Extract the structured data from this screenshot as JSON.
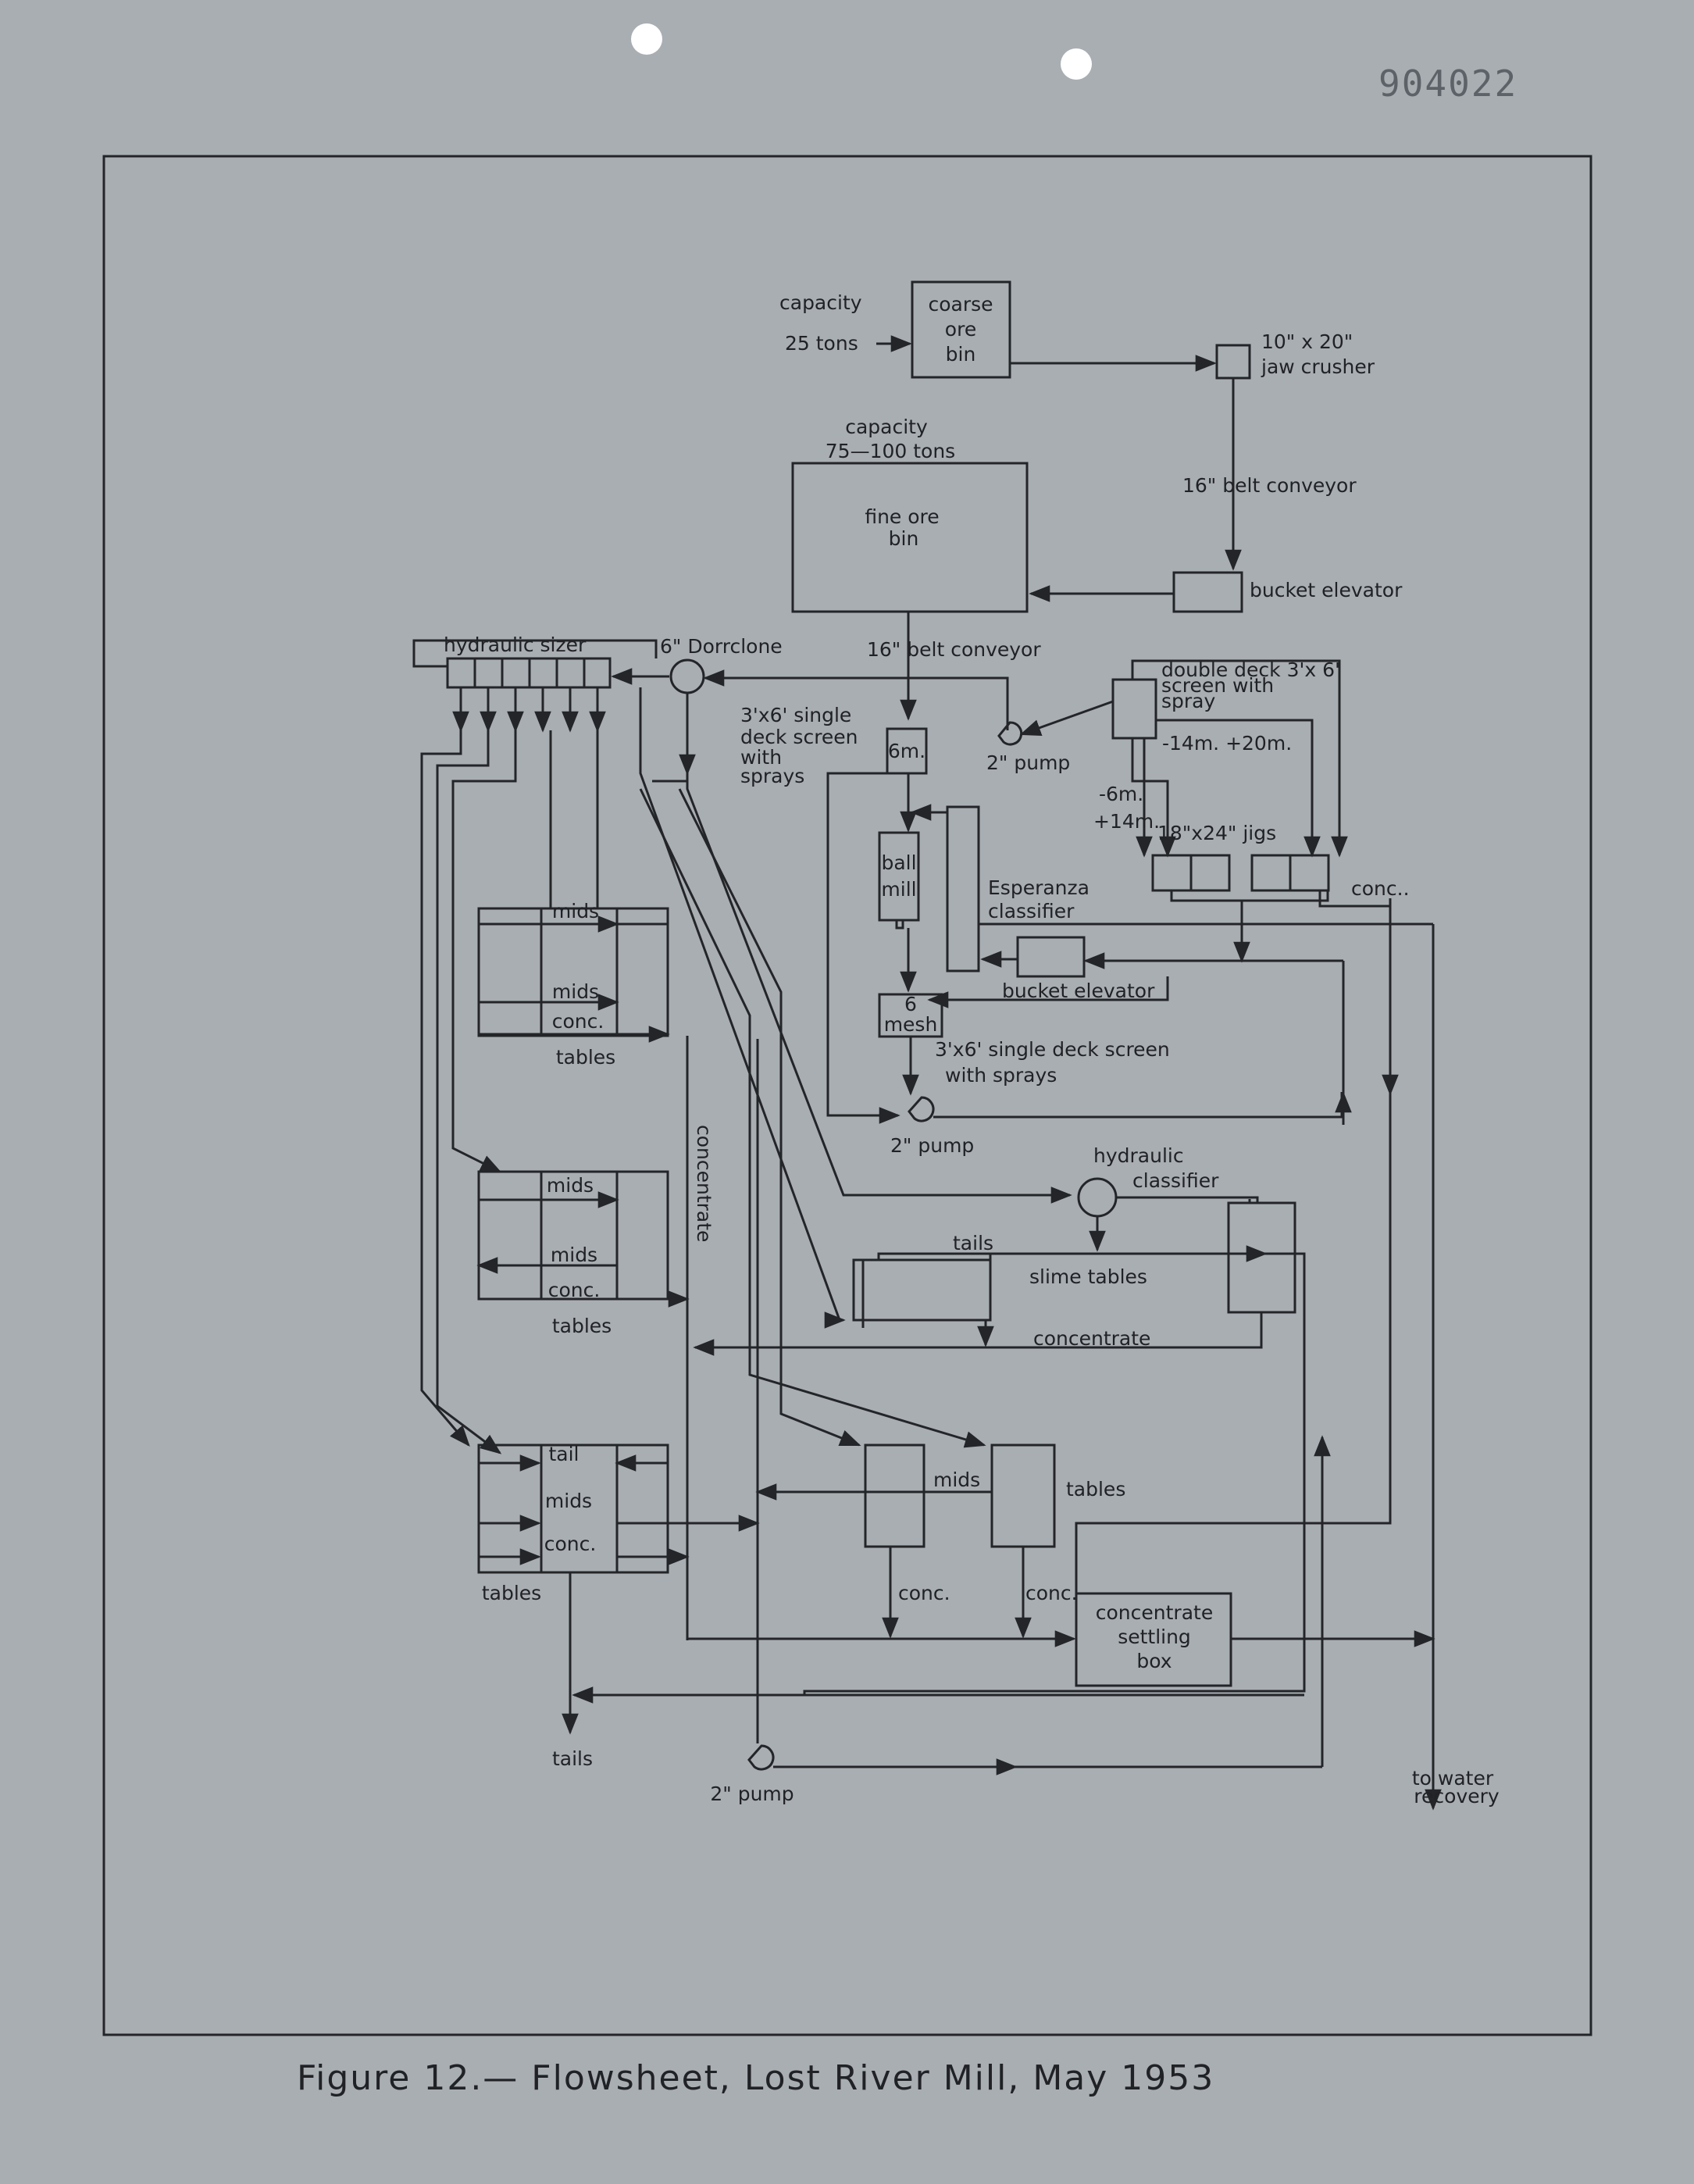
{
  "document": {
    "page_number": "904022",
    "caption": "Figure 12.— Flowsheet,   Lost River  Mill,   May   1953"
  },
  "diagram": {
    "coarse_bin": {
      "capacity_label": "capacity",
      "capacity_value": "25 tons",
      "line1": "coarse",
      "line2": "ore",
      "line3": "bin"
    },
    "jaw_crusher": {
      "line1": "10\" x 20\"",
      "line2": "jaw  crusher"
    },
    "belt_conveyor_upper": "16\"  belt  conveyor",
    "fine_bin": {
      "capacity_label": "capacity",
      "capacity_value": "75—100 tons",
      "line1": "fine  ore",
      "line2": "bin"
    },
    "bucket_elevator_upper": "bucket  elevator",
    "belt_conveyor_lower": "16\"  belt  conveyor",
    "hydraulic_sizer": "hydraulic  sizer",
    "dorrclone": "6\" Dorrclone",
    "screen_single_upper": {
      "line1": "3'x6' single",
      "line2": "deck  screen",
      "line3": "with",
      "line4": "sprays",
      "box": "6m."
    },
    "pump_upper": "2\" pump",
    "double_deck": {
      "line1": "double  deck 3'x 6'",
      "line2": "screen  with",
      "line3": "spray"
    },
    "fraction_14_20": "-14m. +20m.",
    "fraction_6": "-6m.",
    "fraction_14": "+14m.",
    "jigs": "18\"x24\"  jigs",
    "jig_conc": "conc..",
    "ball_mill": {
      "line1": "ball",
      "line2": "mill"
    },
    "esperanza": {
      "line1": "Esperanza",
      "line2": "classifier"
    },
    "bucket_elevator_lower": "bucket  elevator",
    "screen_lower": {
      "box_line1": "6",
      "box_line2": "mesh",
      "line1": "3'x6'  single  deck  screen",
      "line2": "with  sprays"
    },
    "pump_middle": "2\"  pump",
    "tables_top": {
      "mids1": "mids",
      "mids2": "mids",
      "conc": "conc.",
      "label": "tables"
    },
    "concentrate_vertical": "concentrate",
    "tables_middle": {
      "mids1": "mids",
      "mids2": "mids",
      "conc": "conc.",
      "label": "tables"
    },
    "hydraulic_classifier": {
      "line1": "hydraulic",
      "line2": "classifier"
    },
    "slime_tables": {
      "tails": "tails",
      "label": "slime  tables",
      "concentrate": "concentrate"
    },
    "tables_bottom": {
      "tail": "tail",
      "mids": "mids",
      "conc": "conc.",
      "label": "tables"
    },
    "right_tables": {
      "mids": "mids",
      "label": "tables",
      "conc1": "conc.",
      "conc2": "conc."
    },
    "settling_box": {
      "line1": "concentrate",
      "line2": "settling",
      "line3": "box"
    },
    "tails_out": "tails",
    "pump_bottom": "2\"  pump",
    "water_recovery": {
      "line1": "to  water",
      "line2": "recovery"
    }
  },
  "colors": {
    "paper": "#a9aeb3",
    "ink": "#232528"
  }
}
